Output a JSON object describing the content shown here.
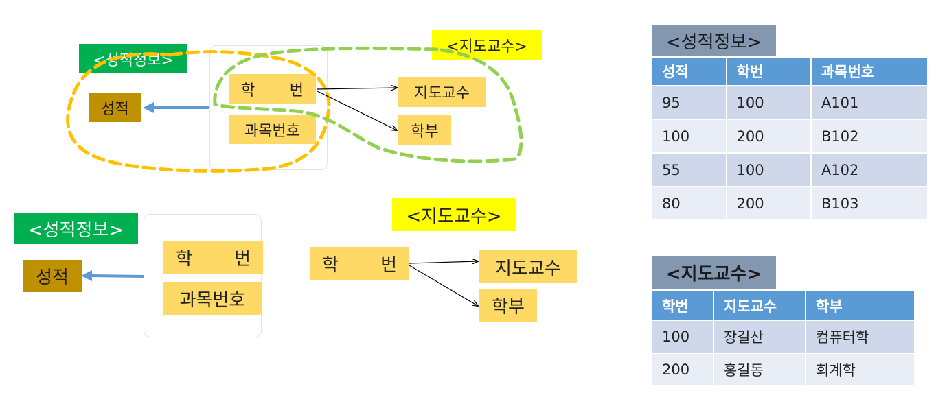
{
  "diagram_top": {
    "grades_tag": "<성적정보>",
    "advisor_tag": "<지도교수>",
    "grade": "성적",
    "student_no_left": "학",
    "student_no_right": "번",
    "course_no": "과목번호",
    "advisor": "지도교수",
    "department": "학부"
  },
  "diagram_bottom": {
    "grades_tag": "<성적정보>",
    "grade": "성적",
    "student_no_left": "학",
    "student_no_right": "번",
    "course_no": "과목번호",
    "advisor_tag": "<지도교수>",
    "student_no2_left": "학",
    "student_no2_right": "번",
    "advisor": "지도교수",
    "department": "학부"
  },
  "grades_table": {
    "title": "<성적정보>",
    "headers": [
      "성적",
      "학번",
      "과목번호"
    ],
    "rows": [
      [
        "95",
        "100",
        "A101"
      ],
      [
        "100",
        "200",
        "B102"
      ],
      [
        "55",
        "100",
        "A102"
      ],
      [
        "80",
        "200",
        "B103"
      ]
    ]
  },
  "advisor_table": {
    "title": "<지도교수>",
    "headers": [
      "학번",
      "지도교수",
      "학부"
    ],
    "rows": [
      [
        "100",
        "장길산",
        "컴퓨터학"
      ],
      [
        "200",
        "홍길동",
        "회계학"
      ]
    ]
  },
  "colors": {
    "grades_outline": "#ffc000",
    "advisor_outline": "#92d050",
    "determinant_arrow": "#5b9bd5",
    "header_fill": "#5b9bd5"
  }
}
